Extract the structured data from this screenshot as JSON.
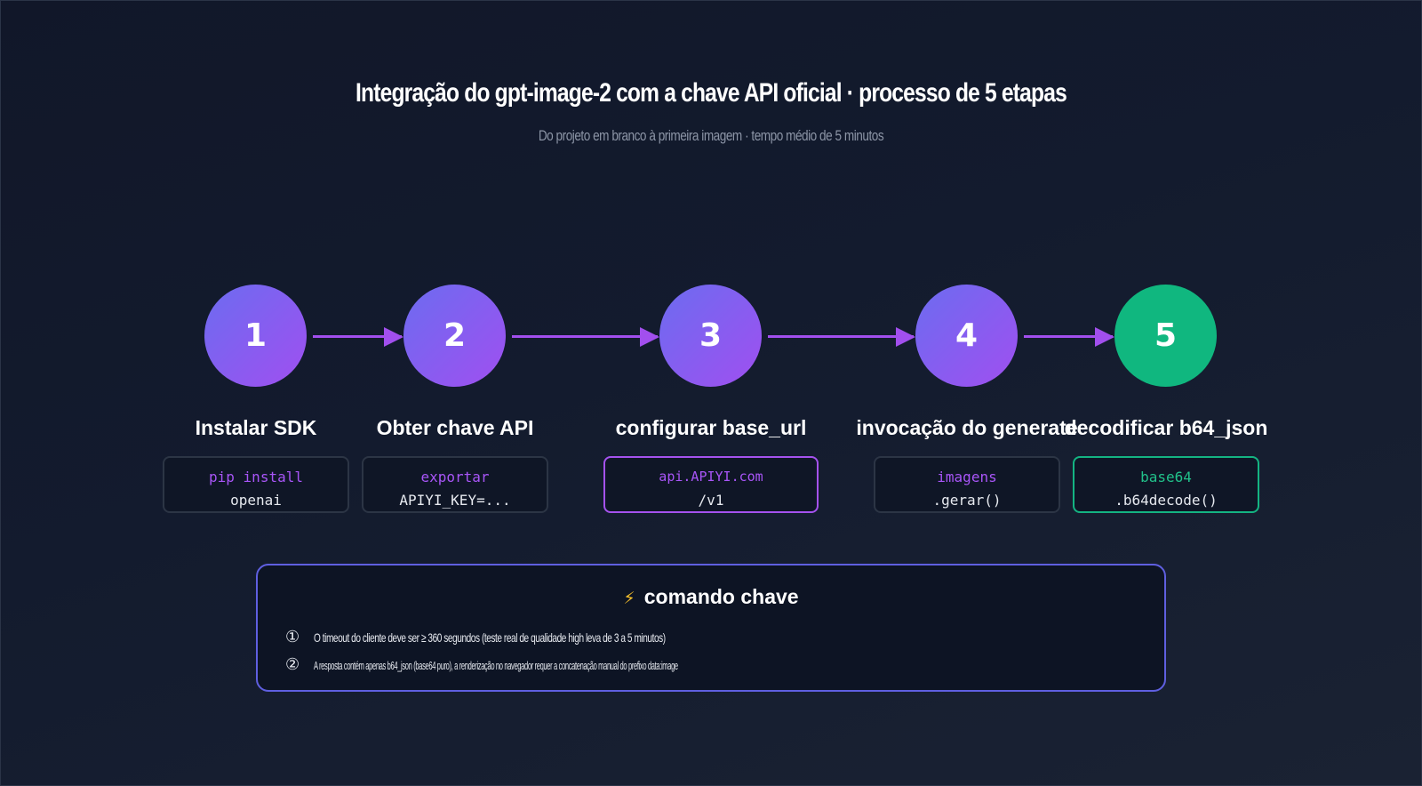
{
  "header": {
    "title": "Integração do gpt-image-2 com a chave API oficial · processo de 5 etapas",
    "subtitle": "Do projeto em branco à primeira imagem · tempo médio de 5 minutos"
  },
  "steps": [
    {
      "number": "1",
      "label": "Instalar SDK",
      "code_line1": "pip install",
      "code_line2": "openai"
    },
    {
      "number": "2",
      "label": "Obter chave API",
      "code_line1": "exportar",
      "code_line2": "APIYI_KEY=..."
    },
    {
      "number": "3",
      "label": "configurar base_url",
      "code_line1": "api.APIYI.com",
      "code_line2": "/v1"
    },
    {
      "number": "4",
      "label": "invocação do generate",
      "code_line1": "imagens",
      "code_line2": ".gerar()"
    },
    {
      "number": "5",
      "label": "decodificar b64_json",
      "code_line1": "base64",
      "code_line2": ".b64decode()"
    }
  ],
  "key_panel": {
    "icon": "lightning-icon",
    "title": "comando chave",
    "notes": [
      {
        "marker": "①",
        "text": "O timeout do cliente deve ser ≥ 360 segundos (teste real de qualidade high leva de 3 a 5 minutos)"
      },
      {
        "marker": "②",
        "text": "A resposta contém apenas b64_json (base64 puro), a renderização no navegador requer a concatenação manual do prefixo data:image"
      }
    ]
  },
  "colors": {
    "accent_purple": "#a855f7",
    "accent_indigo": "#6366f1",
    "success_green": "#10b981",
    "background": "#111827"
  }
}
